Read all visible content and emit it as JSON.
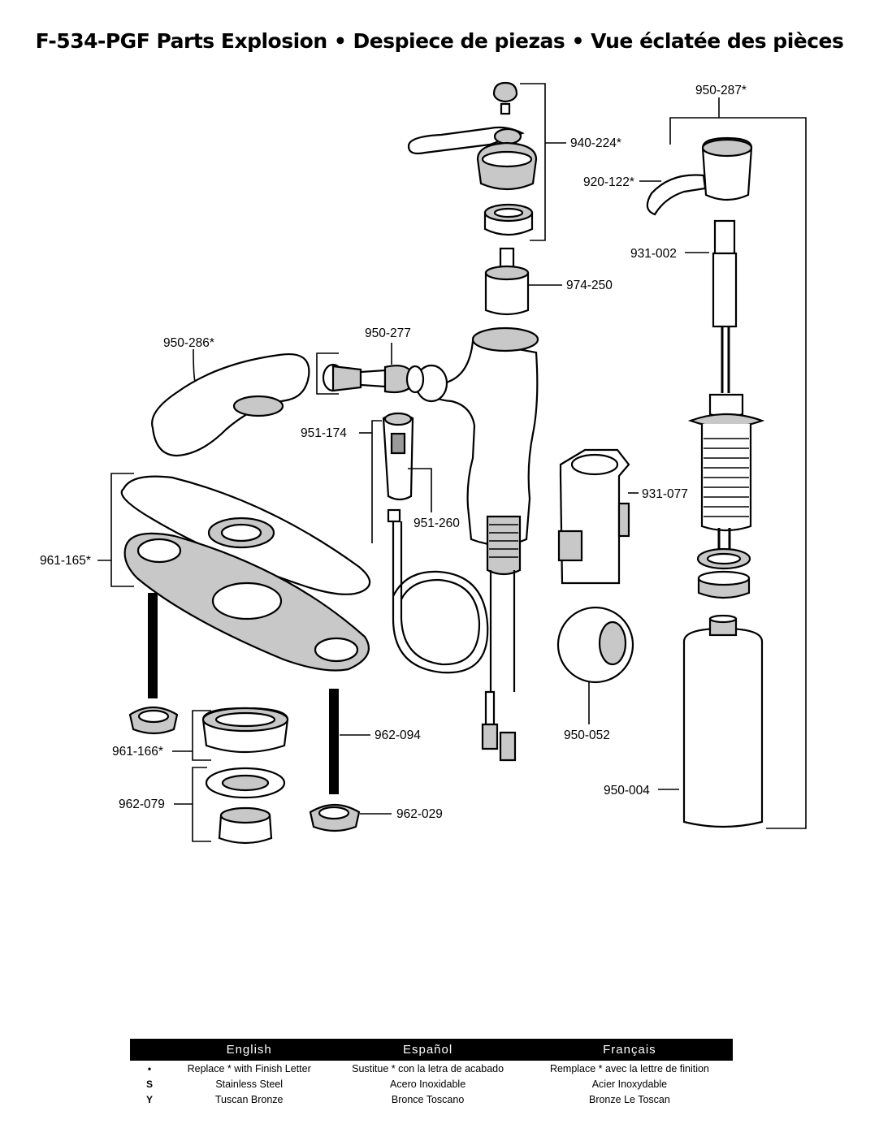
{
  "title": "F-534-PGF Parts Explosion  •  Despiece de piezas  •  Vue éclatée des pièces",
  "diagram": {
    "labels": {
      "p940_224": "940-224*",
      "p950_287": "950-287*",
      "p920_122": "920-122*",
      "p931_002": "931-002",
      "p974_250": "974-250",
      "p950_277": "950-277",
      "p950_286": "950-286*",
      "p951_174": "951-174",
      "p931_077": "931-077",
      "p951_260": "951-260",
      "p961_165": "961-165*",
      "p962_094": "962-094",
      "p950_052": "950-052",
      "p961_166": "961-166*",
      "p950_004": "950-004",
      "p962_079": "962-079",
      "p962_029": "962-029"
    }
  },
  "legend": {
    "headers": [
      "English",
      "Español",
      "Français"
    ],
    "rows": [
      {
        "key": "•",
        "en": "Replace * with Finish Letter",
        "es": "Sustitue * con la letra de acabado",
        "fr": "Remplace * avec la lettre de finition"
      },
      {
        "key": "S",
        "en": "Stainless Steel",
        "es": "Acero Inoxidable",
        "fr": "Acier Inoxydable"
      },
      {
        "key": "Y",
        "en": "Tuscan Bronze",
        "es": "Bronce Toscano",
        "fr": "Bronze Le Toscan"
      }
    ]
  }
}
